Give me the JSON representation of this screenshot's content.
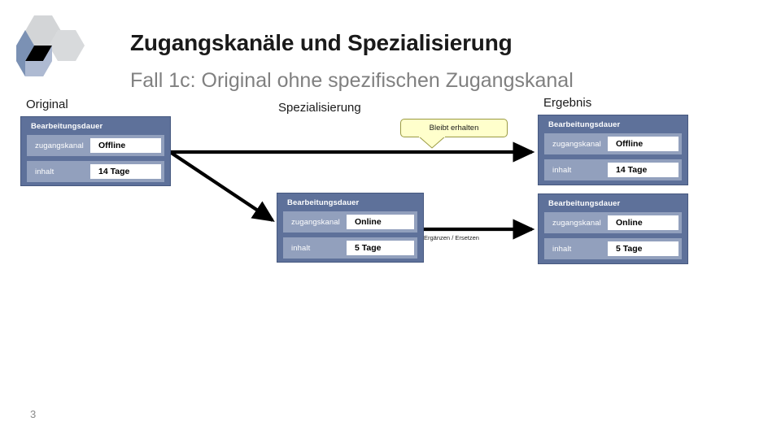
{
  "slide": {
    "title": "Zugangskanäle und Spezialisierung",
    "subtitle": "Fall 1c: Original ohne spezifischen Zugangskanal",
    "page_number": "3"
  },
  "logo": {
    "name": "hexagon-cube-logo",
    "colors": {
      "hex_light": "#d3d5d7",
      "hex_lighter": "#d8dadc",
      "cube_top": "#000000",
      "cube_left": "#7b91b4",
      "cube_right": "#aebad2"
    }
  },
  "captions": {
    "original": "Original",
    "spezialisierung": "Spezialisierung",
    "ergebnis": "Ergebnis"
  },
  "theme": {
    "box_fill": "#5e719a",
    "box_border": "#46587f",
    "row_fill": "#92a0bd",
    "value_fill": "#ffffff",
    "callout_fill": "#ffffcc",
    "callout_border": "#9a9a42",
    "arrow_color": "#000000",
    "subtitle_color": "#808080"
  },
  "boxes": [
    {
      "id": "original",
      "title": "Bearbeitungsdauer",
      "attributes": [
        {
          "name": "zugangskanal",
          "value": "Offline"
        },
        {
          "name": "inhalt",
          "value": "14 Tage"
        }
      ]
    },
    {
      "id": "spezialisierung",
      "title": "Bearbeitungsdauer",
      "attributes": [
        {
          "name": "zugangskanal",
          "value": "Online"
        },
        {
          "name": "inhalt",
          "value": "5 Tage"
        }
      ]
    },
    {
      "id": "result-top",
      "title": "Bearbeitungsdauer",
      "attributes": [
        {
          "name": "zugangskanal",
          "value": "Offline"
        },
        {
          "name": "inhalt",
          "value": "14 Tage"
        }
      ]
    },
    {
      "id": "result-bottom",
      "title": "Bearbeitungsdauer",
      "attributes": [
        {
          "name": "zugangskanal",
          "value": "Online"
        },
        {
          "name": "inhalt",
          "value": "5 Tage"
        }
      ]
    }
  ],
  "callout": {
    "text": "Bleibt erhalten"
  },
  "edge_label": {
    "text": "Ergänzen / Ersetzen"
  }
}
